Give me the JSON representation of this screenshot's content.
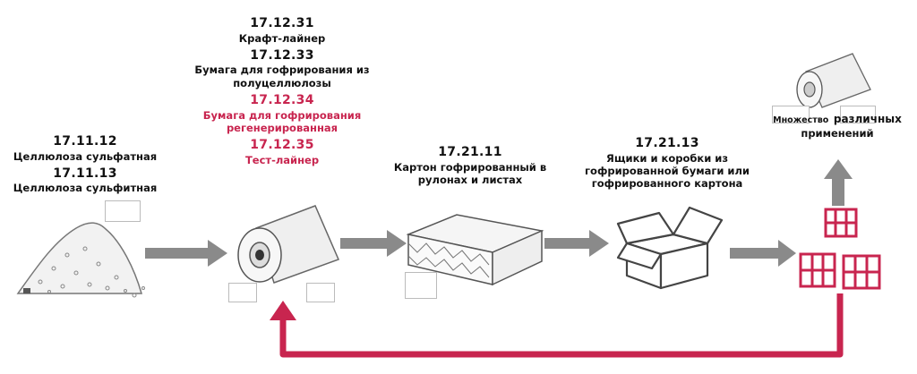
{
  "pulp": {
    "code1": "17.11.12",
    "label1": "Целлюлоза сульфатная",
    "code2": "17.11.13",
    "label2": "Целлюлоза сульфитная"
  },
  "papers": {
    "code1": "17.12.31",
    "label1": "Крафт-лайнер",
    "code2": "17.12.33",
    "label2a": "Бумага для гофрирования из",
    "label2b": "полуцеллюлозы",
    "code3": "17.12.34",
    "label3a": "Бумага для гофрирования",
    "label3b": "регенерированная",
    "code4": "17.12.35",
    "label4": "Тест-лайнер"
  },
  "board": {
    "code": "17.21.11",
    "label_a": "Картон гофрированный в",
    "label_b": "рулонах и листах"
  },
  "boxes": {
    "code": "17.21.13",
    "label_a": "Ящики и коробки из",
    "label_b": "гофрированной бумаги или",
    "label_c": "гофрированного картона"
  },
  "apps": {
    "label_a_small": "Множество",
    "label_a_big": "различных",
    "label_b": "применений"
  },
  "colors": {
    "recycle_accent": "#c8254f",
    "arrow_gray": "#8a8a8a"
  }
}
